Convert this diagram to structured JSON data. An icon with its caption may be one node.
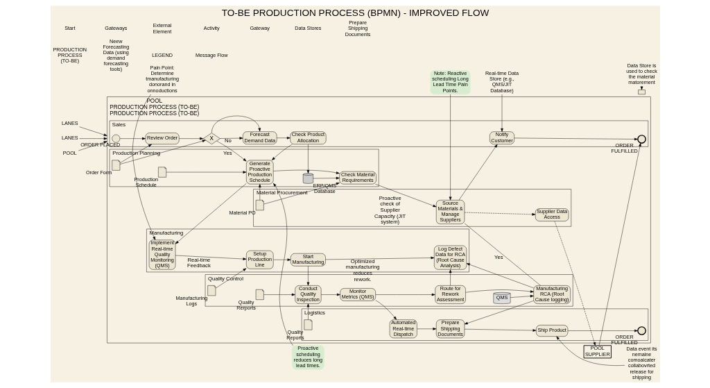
{
  "diagram": {
    "title": "TO-BE PRODUCTION PROCESS (BPMN) - IMPROVED FLOW",
    "nodes": [
      {
        "text": [
          "POOL",
          "PRODUCTION PROCESS (TO-BE)",
          "PRODUCTION PROCESS (TO-BE)"
        ]
      },
      {
        "text": [
          "Sales"
        ],
        "in": 0
      },
      {
        "text": [
          "Production Planning"
        ],
        "in": 0
      },
      {
        "text": [
          "Material Procurement"
        ],
        "in": 0
      },
      {
        "text": [
          "Manufacturing"
        ],
        "in": 0
      },
      {
        "text": [
          "Quality Control"
        ],
        "in": 0
      },
      {
        "text": [
          "Logistics"
        ],
        "in": 0
      },
      {
        "text": [],
        "shape": "circle",
        "beside": [
          "ORDER PLACED"
        ],
        "in": 1
      },
      {
        "text": [
          "Review Order"
        ],
        "in": 1
      },
      {
        "text": [
          "X"
        ],
        "in": 1
      },
      {
        "text": [
          "Forecast Demand Data"
        ],
        "in": 1
      },
      {
        "text": [
          "Check Product Allocation"
        ],
        "in": 1
      },
      {
        "text": [
          "Notify Customer"
        ],
        "in": 1
      },
      {
        "text": [],
        "shape": "circle",
        "beside": [
          "ORDER FULFILLED"
        ],
        "in": 1
      },
      {
        "text": [],
        "shape": "document",
        "beside": [
          "Order Form"
        ],
        "in": 2
      },
      {
        "text": [],
        "shape": "document",
        "beside": [
          "Production Schedule"
        ],
        "in": 2
      },
      {
        "text": [
          "Generate Proactive Production Schedule"
        ],
        "in": 2
      },
      {
        "text": [
          "Check Material Requirements"
        ],
        "in": 2
      },
      {
        "text": [],
        "shape": "cylinder",
        "beside": [
          "ERP/QMS Database"
        ],
        "in": 2
      },
      {
        "text": [],
        "shape": "document",
        "beside": [
          "Material PO"
        ],
        "in": 3
      },
      {
        "text": [
          "Source Materials & Manage Suppliers"
        ],
        "in": 3
      },
      {
        "text": [
          "Supplier Data Access"
        ],
        "in": 3
      },
      {
        "text": [
          "Implement Real-time Quality Monitoring (QMS)"
        ],
        "in": 4
      },
      {
        "text": [
          "Setup Production Line"
        ],
        "in": 4
      },
      {
        "text": [
          "Start Manufacturing"
        ],
        "in": 4
      },
      {
        "text": [
          "Log Defect Data for RCA",
          "(Root Cause Analysis)"
        ],
        "in": 4
      },
      {
        "text": [],
        "shape": "document",
        "beside": [
          "Manufacturing Logs"
        ],
        "in": 5
      },
      {
        "text": [],
        "shape": "document",
        "beside": [
          "Quality Rerports"
        ],
        "in": 5
      },
      {
        "text": [
          "Conduct Quality Inspection"
        ],
        "in": 5
      },
      {
        "text": [
          "Monitor Metrics (QMS)"
        ],
        "in": 5
      },
      {
        "text": [
          "Route for Rework Assessment"
        ],
        "in": 5
      },
      {
        "text": [
          "Manufacturing RCA (Root Cause logging)"
        ],
        "in": 5
      },
      {
        "text": [
          "QMS"
        ],
        "in": 5
      },
      {
        "text": [],
        "shape": "document",
        "beside": [
          "Quality Reports"
        ],
        "in": 6
      },
      {
        "text": [
          "Automated Real-time Dispatch"
        ],
        "in": 6
      },
      {
        "text": [
          "Prepare Shipping Documents"
        ],
        "in": 6
      },
      {
        "text": [
          "Ship Product"
        ],
        "in": 6
      },
      {
        "text": [],
        "shape": "circle",
        "beside": [
          "ORDER FULFILLED"
        ],
        "in": 6
      },
      {
        "text": [
          "POOL",
          "SUPPLIER"
        ]
      },
      {
        "text": [
          "Proactive scheduling reduces long lead times."
        ]
      },
      {
        "text": [
          "Note: Reactive scheduling Long Lead Time Pain Points."
        ]
      },
      {
        "text": [
          "Real-time Data Store (e.g., QMS/JIT Database)"
        ]
      },
      {
        "text": [
          "Data Store is used to check the material matorement"
        ]
      },
      {
        "text": [],
        "shape": "envelope"
      },
      {
        "text": [
          "Data event its nemaine comoaicater collabovrted release for shipping"
        ]
      },
      {
        "text": [
          "Pain Point: Determine tmanufacturing donorand in onnoductions"
        ]
      },
      {
        "text": [
          "LANES"
        ]
      },
      {
        "text": [
          "POOL"
        ]
      },
      {
        "text": [
          "LANES"
        ]
      }
    ],
    "edges": [
      {
        "from": 7,
        "to": 8,
        "arrow": "to"
      },
      {
        "from": 14,
        "to": 8,
        "arrow": "to"
      },
      {
        "from": 14,
        "to": 9,
        "arrow": "to"
      },
      {
        "from": 8,
        "to": 9,
        "arrow": "to"
      },
      {
        "from": 9,
        "to": 10,
        "arrow": "to",
        "label": "No"
      },
      {
        "from": 9,
        "to": 10,
        "arrow": "to"
      },
      {
        "from": 9,
        "to": 16,
        "arrow": "to",
        "label": "Yes"
      },
      {
        "from": 10,
        "to": 11,
        "arrow": "to"
      },
      {
        "from": 11,
        "to": 16,
        "arrow": "to"
      },
      {
        "from": 11,
        "to": 18,
        "arrow": "to"
      },
      {
        "from": 15,
        "to": 16,
        "arrow": "to"
      },
      {
        "from": 16,
        "to": 17,
        "arrow": "to"
      },
      {
        "from": 19,
        "to": 16,
        "arrow": "to"
      },
      {
        "from": 19,
        "to": 17,
        "arrow": "to"
      },
      {
        "from": 18,
        "to": 17,
        "arrow": "to"
      },
      {
        "from": 17,
        "to": 20,
        "arrow": "to",
        "label": "Proactive check of Supplier Capacity (JIT system)"
      },
      {
        "from": 16,
        "to": 22,
        "arrow": "to"
      },
      {
        "from": 20,
        "to": 21,
        "arrow": "to",
        "style": "dashed"
      },
      {
        "from": 21,
        "to": 38,
        "arrow": "to",
        "style": "dashed"
      },
      {
        "from": 20,
        "to": 12,
        "arrow": "to"
      },
      {
        "from": 12,
        "to": 13,
        "arrow": "to"
      },
      {
        "from": 38,
        "to": 13,
        "arrow": "to"
      },
      {
        "from": 22,
        "to": 23,
        "arrow": "to",
        "label": "Real-time Feedback"
      },
      {
        "from": 26,
        "to": 23,
        "arrow": "to"
      },
      {
        "from": 23,
        "to": 24,
        "arrow": "to"
      },
      {
        "from": 24,
        "to": 25,
        "arrow": "to",
        "label": "Optimized manufacturing reduces rework."
      },
      {
        "from": 24,
        "to": 28,
        "arrow": "to"
      },
      {
        "from": 27,
        "to": 28,
        "arrow": "to"
      },
      {
        "from": 33,
        "to": 28,
        "arrow": "to"
      },
      {
        "from": 28,
        "to": 29,
        "arrow": "to"
      },
      {
        "from": 29,
        "to": 30,
        "arrow": "to"
      },
      {
        "from": 30,
        "to": 25,
        "arrow": "to"
      },
      {
        "from": 30,
        "to": 31,
        "arrow": "to"
      },
      {
        "from": 32,
        "to": 31,
        "arrow": "to"
      },
      {
        "from": 31,
        "to": 25,
        "arrow": "to"
      },
      {
        "from": 20,
        "to": 31,
        "arrow": "none",
        "label": "Yes"
      },
      {
        "from": 31,
        "to": 35,
        "arrow": "to"
      },
      {
        "from": 29,
        "to": 34,
        "arrow": "to"
      },
      {
        "from": 34,
        "to": 35,
        "arrow": "to"
      },
      {
        "from": 35,
        "to": 36,
        "arrow": "to"
      },
      {
        "from": 36,
        "to": 37,
        "arrow": "to"
      },
      {
        "from": 39,
        "to": 16,
        "arrow": "to"
      },
      {
        "from": 40,
        "to": 20,
        "arrow": "to"
      },
      {
        "from": 41,
        "to": 12,
        "arrow": "to"
      },
      {
        "from": 42,
        "to": 43,
        "arrow": "to"
      },
      {
        "from": 44,
        "to": 36,
        "arrow": "to"
      },
      {
        "from": 45,
        "to": 22,
        "arrow": "to"
      },
      {
        "from": 46,
        "to": 0,
        "arrow": "to"
      },
      {
        "from": 47,
        "to": 0,
        "arrow": "to"
      },
      {
        "from": 48,
        "to": 0,
        "arrow": "to"
      }
    ],
    "labels": [
      "PRODUCTION PROCESS (TO-BE)",
      "Neew Forecasting Data (using demand forecasting tools)",
      "LEGEND",
      "Message Flow"
    ],
    "legend": [
      {
        "text": "Start"
      },
      {
        "text": "Gateways"
      },
      {
        "text": "External Element"
      },
      {
        "text": "Activity"
      },
      {
        "text": "Gateway"
      },
      {
        "text": "Data Stores"
      },
      {
        "text": "Prepare Shipping Documents"
      }
    ]
  }
}
